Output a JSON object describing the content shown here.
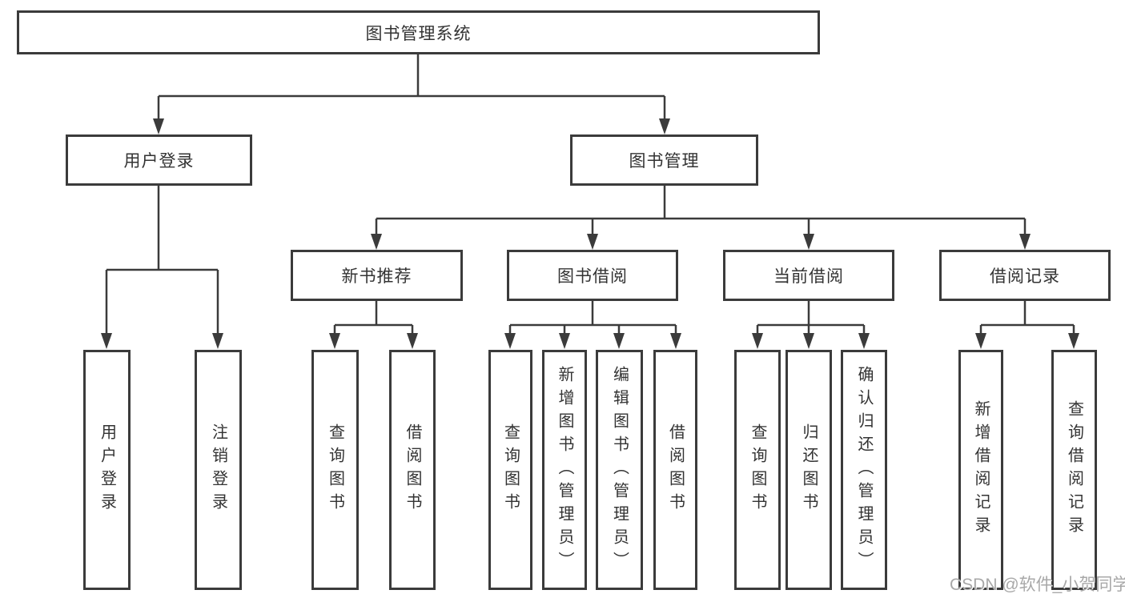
{
  "diagram": {
    "root": {
      "label": "图书管理系统"
    },
    "level2": [
      {
        "label": "用户登录"
      },
      {
        "label": "图书管理"
      }
    ],
    "level3": [
      {
        "label": "新书推荐"
      },
      {
        "label": "图书借阅"
      },
      {
        "label": "当前借阅"
      },
      {
        "label": "借阅记录"
      }
    ],
    "leaves": {
      "user_login": [
        {
          "label": "用户登录"
        },
        {
          "label": "注销登录"
        }
      ],
      "new_book": [
        {
          "label": "查询图书"
        },
        {
          "label": "借阅图书"
        }
      ],
      "book_borrow": [
        {
          "label": "查询图书"
        },
        {
          "label": "新增图书（管理员）"
        },
        {
          "label": "编辑图书（管理员）"
        },
        {
          "label": "借阅图书"
        }
      ],
      "current_borrow": [
        {
          "label": "查询图书"
        },
        {
          "label": "归还图书"
        },
        {
          "label": "确认归还（管理员）"
        }
      ],
      "borrow_records": [
        {
          "label": "新增借阅记录"
        },
        {
          "label": "查询借阅记录"
        }
      ]
    },
    "watermark": "CSDN @软件_小贺同学",
    "colors": {
      "line": "#3b3b3b",
      "text": "#333333",
      "watermark": "#a8a8a8",
      "background": "#ffffff"
    }
  }
}
